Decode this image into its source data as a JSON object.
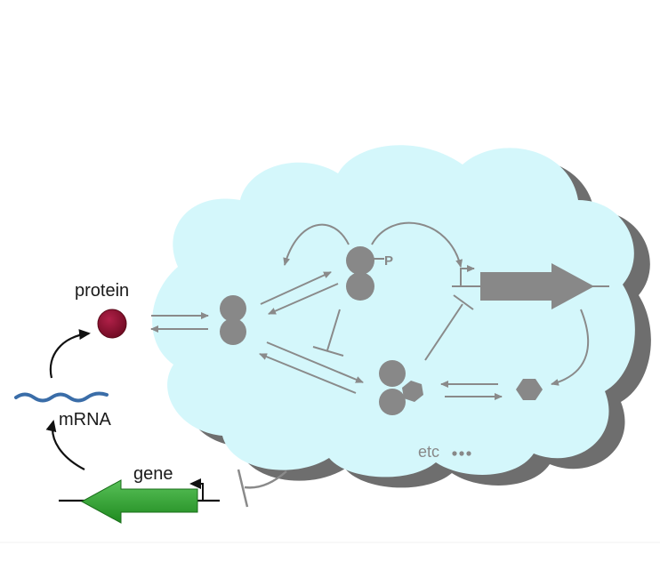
{
  "labels": {
    "protein": "protein",
    "mrna": "mRNA",
    "gene": "gene",
    "etc": "etc",
    "phospho": "P"
  },
  "colors": {
    "cloud_fill": "#d4f7fb",
    "cloud_shadow": "#6e6e6e",
    "network_gray": "#888888",
    "protein": "#8a0f2e",
    "mrna": "#3a6da8",
    "gene_arrow": "#2e9a2e",
    "text": "#1a1a1a"
  }
}
